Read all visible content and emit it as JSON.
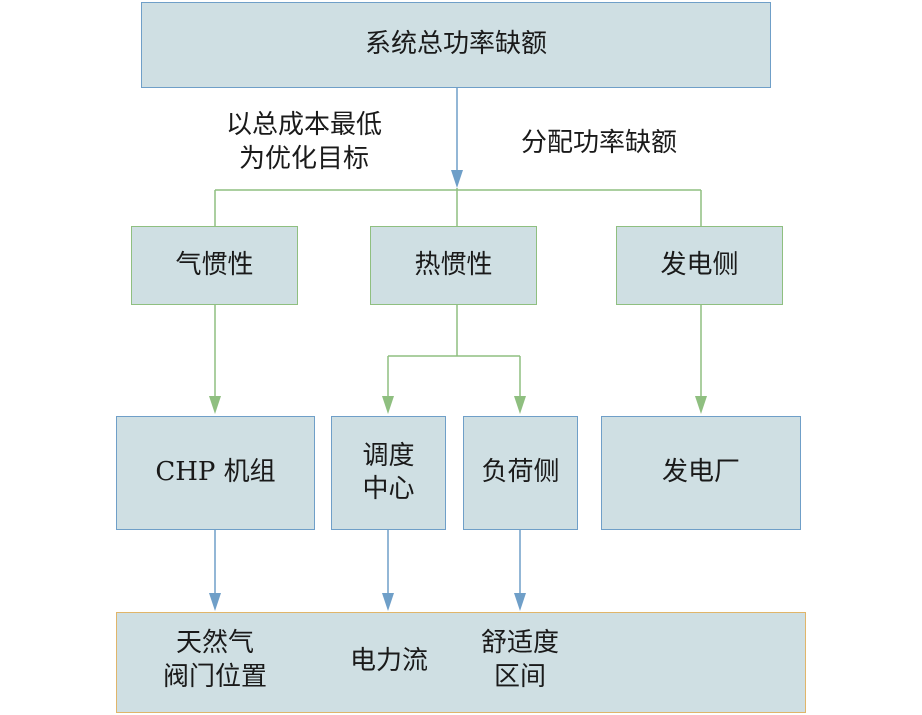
{
  "top": {
    "label": "系统总功率缺额"
  },
  "annotations": {
    "objective": "以总成本最低\n为优化目标",
    "allocate": "分配功率缺额"
  },
  "level1": {
    "gas_inertia": "气惯性",
    "heat_inertia": "热惯性",
    "generation_side": "发电侧"
  },
  "level2": {
    "chp": "CHP 机组",
    "dispatch_center": "调度\n中心",
    "load_side": "负荷侧",
    "power_plant": "发电厂"
  },
  "bottom": {
    "gas_valve": "天然气\n阀门位置",
    "power_flow": "电力流",
    "comfort_range": "舒适度\n区间"
  },
  "colors": {
    "box_fill": "#cfdfe3",
    "blue_line": "#6f9fc8",
    "green_line": "#8fbf80",
    "orange_border": "#e0b56a"
  }
}
